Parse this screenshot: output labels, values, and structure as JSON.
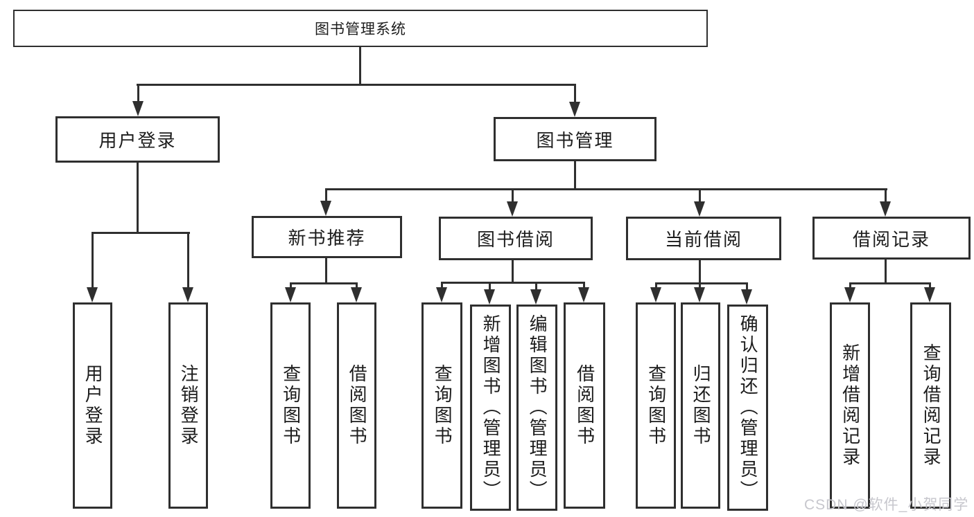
{
  "title": "图书管理系统",
  "level2": {
    "user_login": "用户登录",
    "book_mgmt": "图书管理"
  },
  "level3": {
    "new_books": "新书推荐",
    "book_borrow": "图书借阅",
    "current_borrow": "当前借阅",
    "borrow_records": "借阅记录"
  },
  "leaves": {
    "login": [
      "用户登录",
      "注销登录"
    ],
    "new_books": [
      "查询图书",
      "借阅图书"
    ],
    "book_borrow": [
      "查询图书",
      "新增图书（管理员）",
      "编辑图书（管理员）",
      "借阅图书"
    ],
    "current_borrow": [
      "查询图书",
      "归还图书",
      "确认归还（管理员）"
    ],
    "borrow_records": [
      "新增借阅记录",
      "查询借阅记录"
    ]
  },
  "watermark": "CSDN @软件_小贺同学",
  "colors": {
    "line": "#2f2f2f",
    "text": "#1c1c1c",
    "background": "#ffffff",
    "watermark": "#c7c7cd"
  }
}
